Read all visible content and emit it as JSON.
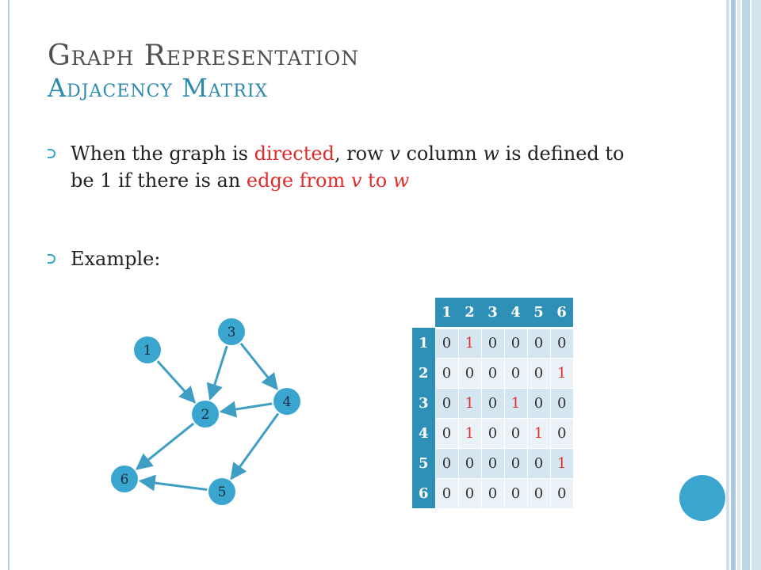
{
  "colors": {
    "title_gray": "#4f4f4f",
    "subtitle_blue": "#2c8aad",
    "accent_red": "#e12b2b",
    "node_fill": "#3aa6d0",
    "edge_color": "#3f9ec4",
    "header_fill": "#2e90b6"
  },
  "title": {
    "line1": "Graph Representation",
    "line2": "Adjacency Matrix"
  },
  "bullets": [
    {
      "parts": [
        {
          "text": "When the graph is ",
          "style": "normal"
        },
        {
          "text": "directed",
          "style": "red"
        },
        {
          "text": ", row ",
          "style": "normal"
        },
        {
          "text": "v",
          "style": "italic"
        },
        {
          "text": " column ",
          "style": "normal"
        },
        {
          "text": "w",
          "style": "italic"
        },
        {
          "text": " is defined to be 1 if there is an ",
          "style": "normal"
        },
        {
          "text": "edge from ",
          "style": "red"
        },
        {
          "text": "v",
          "style": "red-italic"
        },
        {
          "text": " to ",
          "style": "red"
        },
        {
          "text": "w",
          "style": "red-italic"
        }
      ]
    },
    {
      "parts": [
        {
          "text": "Example:",
          "style": "normal"
        }
      ]
    }
  ],
  "graph": {
    "nodes": [
      {
        "id": "1",
        "label": "1"
      },
      {
        "id": "2",
        "label": "2"
      },
      {
        "id": "3",
        "label": "3"
      },
      {
        "id": "4",
        "label": "4"
      },
      {
        "id": "5",
        "label": "5"
      },
      {
        "id": "6",
        "label": "6"
      }
    ],
    "edges": [
      {
        "from": "1",
        "to": "2"
      },
      {
        "from": "2",
        "to": "6"
      },
      {
        "from": "3",
        "to": "2"
      },
      {
        "from": "3",
        "to": "4"
      },
      {
        "from": "4",
        "to": "2"
      },
      {
        "from": "4",
        "to": "5"
      },
      {
        "from": "5",
        "to": "6"
      }
    ]
  },
  "matrix": {
    "col_headers": [
      "1",
      "2",
      "3",
      "4",
      "5",
      "6"
    ],
    "rows": [
      {
        "header": "1",
        "cells": [
          "0",
          "1",
          "0",
          "0",
          "0",
          "0"
        ]
      },
      {
        "header": "2",
        "cells": [
          "0",
          "0",
          "0",
          "0",
          "0",
          "1"
        ]
      },
      {
        "header": "3",
        "cells": [
          "0",
          "1",
          "0",
          "1",
          "0",
          "0"
        ]
      },
      {
        "header": "4",
        "cells": [
          "0",
          "1",
          "0",
          "0",
          "1",
          "0"
        ]
      },
      {
        "header": "5",
        "cells": [
          "0",
          "0",
          "0",
          "0",
          "0",
          "1"
        ]
      },
      {
        "header": "6",
        "cells": [
          "0",
          "0",
          "0",
          "0",
          "0",
          "0"
        ]
      }
    ]
  }
}
